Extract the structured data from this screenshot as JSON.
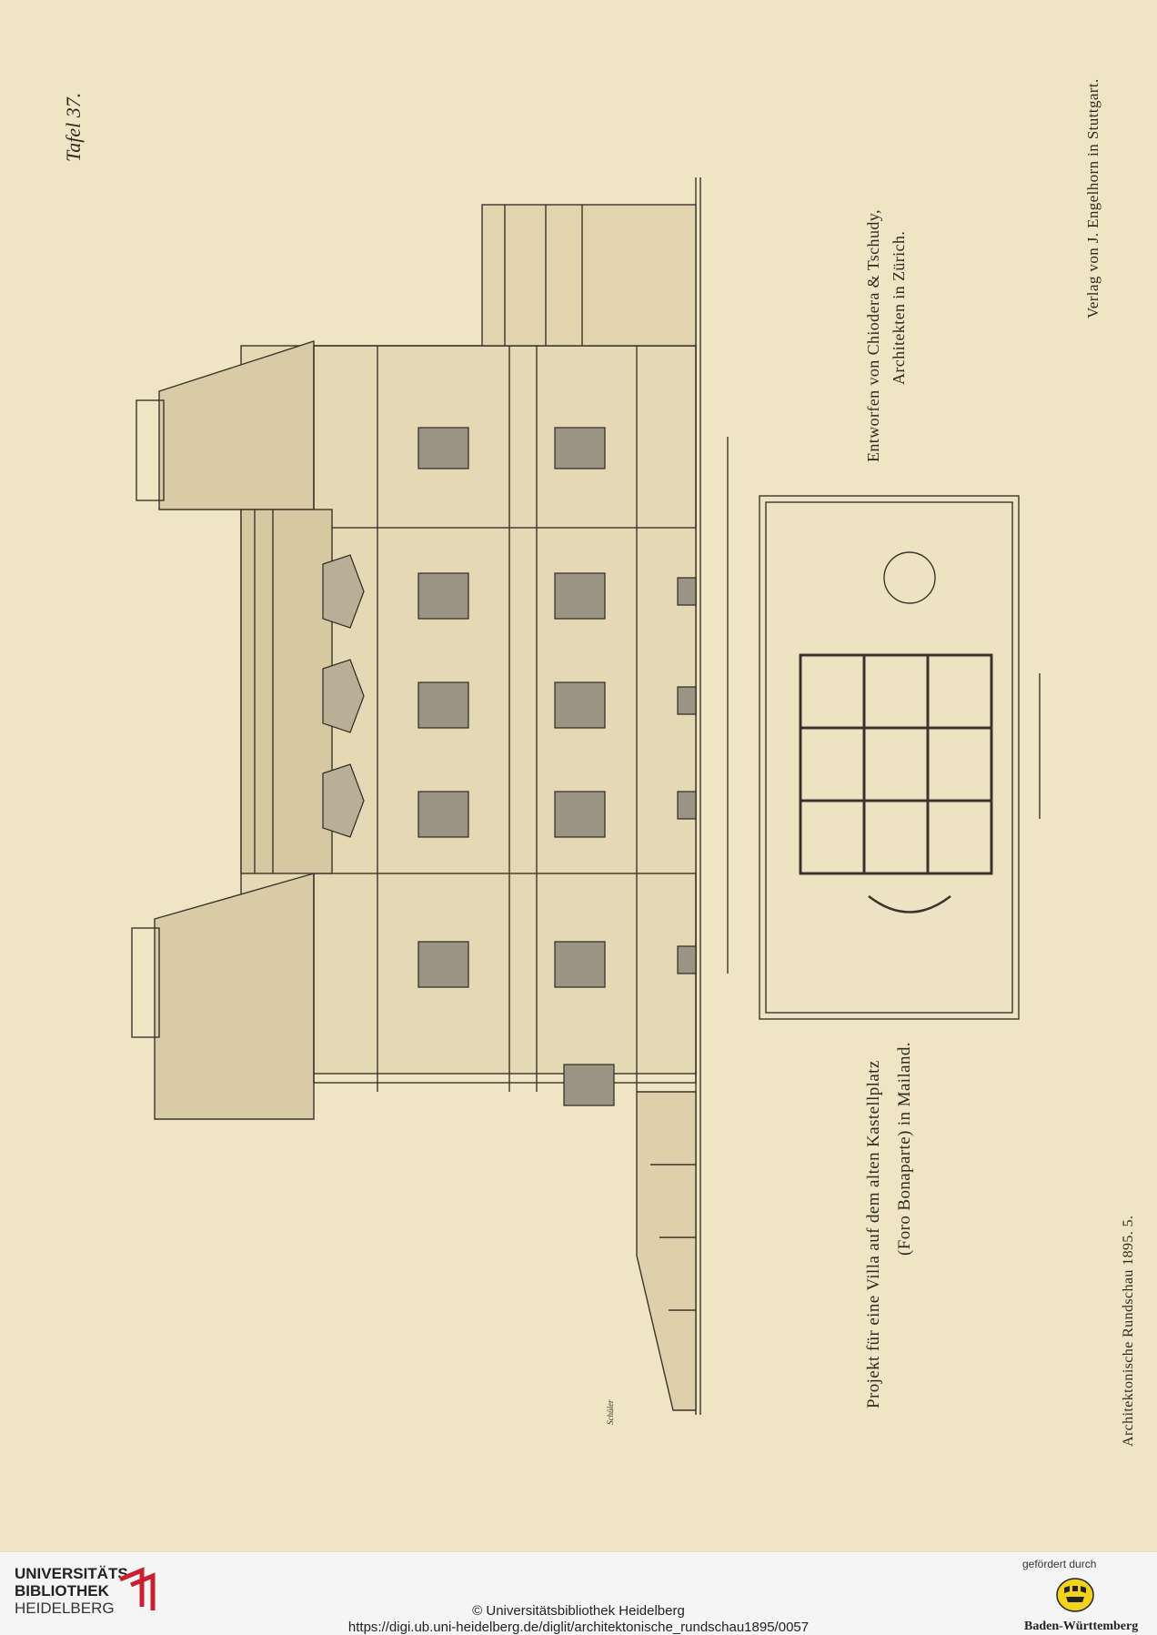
{
  "plate": {
    "number": "Tafel 37."
  },
  "caption": {
    "architects_line1": "Entworfen von Chiodera & Tschudy,",
    "architects_line2": "Architekten in Zürich.",
    "publisher": "Verlag von J. Engelhorn in Stuttgart.",
    "title_line1": "Projekt für eine Villa auf dem alten Kastellplatz",
    "title_line2": "(Foro Bonaparte) in Mailand.",
    "series": "Architektonische Rundschau 1895. 5."
  },
  "drawing": {
    "signature": "Schüler"
  },
  "footer": {
    "library_line1": "UNIVERSITÄTS-",
    "library_line2": "BIBLIOTHEK",
    "library_line3": "HEIDELBERG",
    "copyright": "© Universitätsbibliothek Heidelberg",
    "url": "https://digi.ub.uni-heidelberg.de/diglit/architektonische_rundschau1895/0057",
    "sponsor_label": "gefördert durch",
    "sponsor_name": "Baden-Württemberg"
  },
  "colors": {
    "paper": "#efe4c4",
    "ink": "#2d2a22",
    "logo_red": "#c8202f",
    "emblem_yellow": "#f2d21b"
  }
}
